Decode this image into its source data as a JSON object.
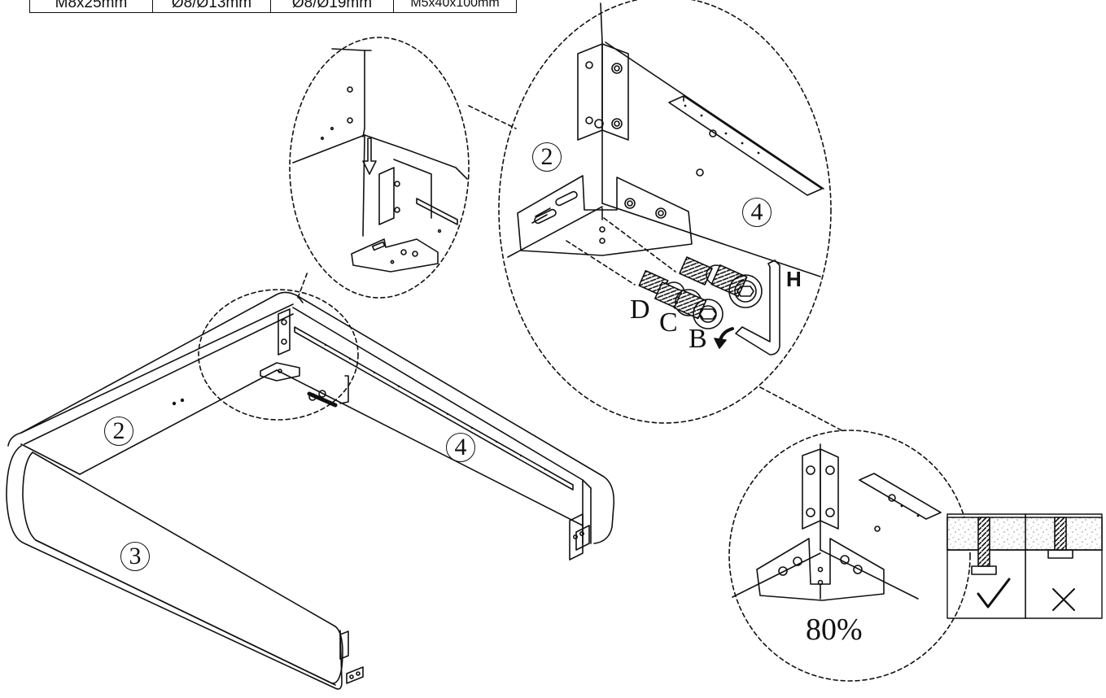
{
  "parts_table": {
    "cells": [
      "M8x25mm",
      "Ø8/Ø13mm",
      "Ø8/Ø19mm",
      "M5x40x100mm"
    ]
  },
  "part_labels": {
    "main_frame_2": "2",
    "main_frame_4": "4",
    "main_frame_3": "3",
    "detail_2": "2",
    "detail_4": "4"
  },
  "hardware_labels": {
    "B": "B",
    "C": "C",
    "D": "D",
    "H": "H"
  },
  "tightening_note": "80%",
  "icons": {
    "correct": "checkmark-icon",
    "incorrect": "cross-icon",
    "rotate": "rotate-arrow-icon"
  },
  "colors": {
    "line": "#111111",
    "background": "#ffffff"
  }
}
